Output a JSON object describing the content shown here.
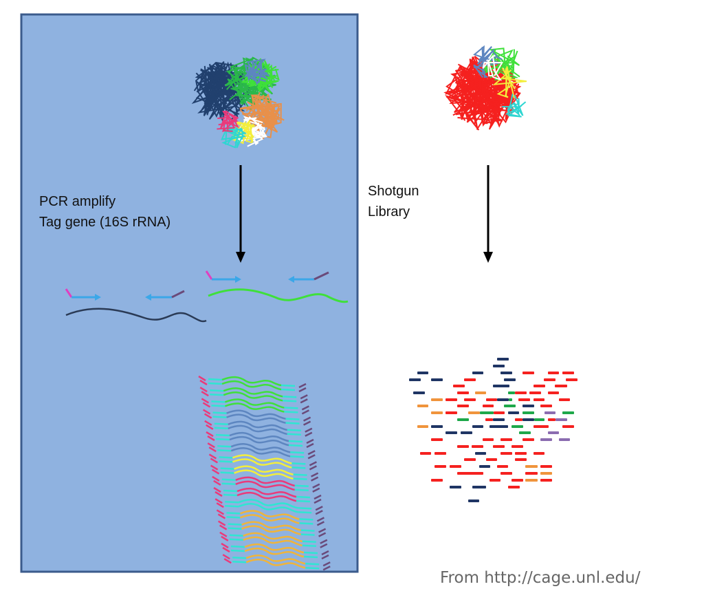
{
  "left_panel": {
    "label_line1": "PCR amplify",
    "label_line2": "Tag gene (16S rRNA)",
    "panel_color": "#8fb2e0",
    "border_color": "#3b5b8c"
  },
  "right_panel": {
    "label_line1": "Shotgun",
    "label_line2": "Library"
  },
  "source": "From http://cage.unl.edu/",
  "colors": {
    "navy": "#1f3564",
    "red": "#f5211f",
    "orange": "#f0943c",
    "green": "#1ea84a",
    "purple": "#8b6cb0",
    "bright_green": "#3ee23a",
    "primer_blue": "#3ba7e8",
    "primer_pink": "#e040c0",
    "primer_purple": "#6a4a7a",
    "amplicon_green": "#3fe03a",
    "amplicon_blue": "#5d86c0",
    "amplicon_yellow": "#f3ee3c",
    "amplicon_pink": "#ea3a7a",
    "amplicon_cyan": "#2fe6d2",
    "amplicon_orange": "#f0b43a"
  }
}
